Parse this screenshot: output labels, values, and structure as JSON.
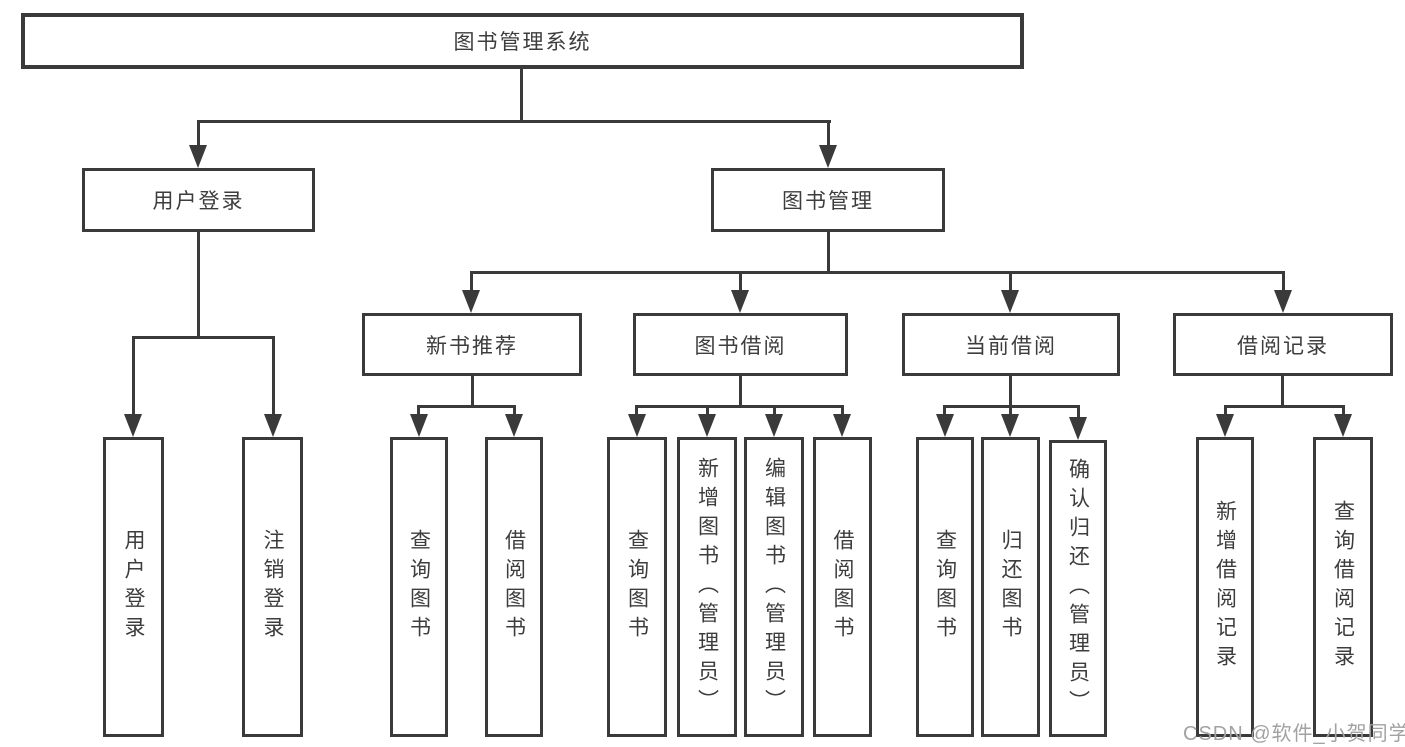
{
  "diagram": {
    "title": {
      "label": "图书管理系统"
    },
    "level2": [
      {
        "label": "用户登录"
      },
      {
        "label": "图书管理"
      }
    ],
    "level3": [
      {
        "label": "新书推荐"
      },
      {
        "label": "图书借阅"
      },
      {
        "label": "当前借阅"
      },
      {
        "label": "借阅记录"
      }
    ],
    "leaves": {
      "user_login": [
        {
          "label": "用户登录"
        },
        {
          "label": "注销登录"
        }
      ],
      "new_book": [
        {
          "label": "查询图书"
        },
        {
          "label": "借阅图书"
        }
      ],
      "book_borrow": [
        {
          "label": "查询图书"
        },
        {
          "label": "新增图书（管理员）"
        },
        {
          "label": "编辑图书（管理员）"
        },
        {
          "label": "借阅图书"
        }
      ],
      "current_borrow": [
        {
          "label": "查询图书"
        },
        {
          "label": "归还图书"
        },
        {
          "label": "确认归还（管理员）"
        }
      ],
      "borrow_record": [
        {
          "label": "新增借阅记录"
        },
        {
          "label": "查询借阅记录"
        }
      ]
    }
  },
  "watermark": {
    "text": "CSDN @软件_小贺同学"
  },
  "colors": {
    "line": "#3a3a3a",
    "text": "#3d3d3d",
    "watermark": "#a2a2a2"
  }
}
